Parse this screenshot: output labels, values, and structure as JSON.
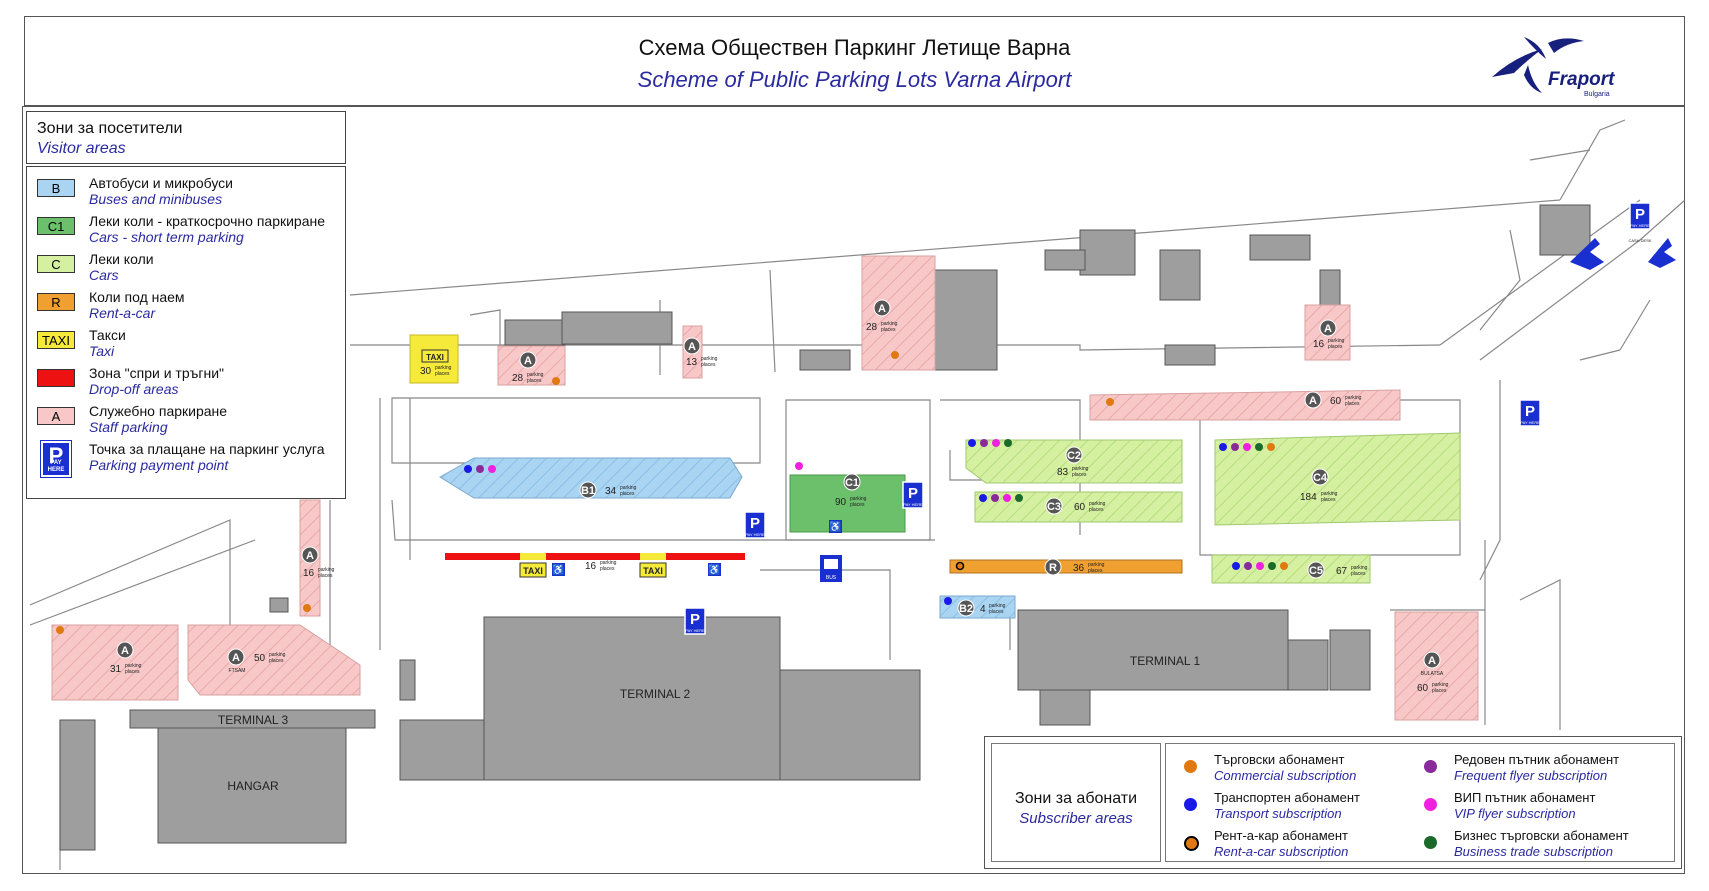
{
  "header": {
    "title_bg": "Схема Обществен Паркинг Летище Варна",
    "title_en": "Scheme of Public Parking Lots Varna Airport",
    "logo_name": "Fraport",
    "logo_sub": "Bulgaria"
  },
  "legend": {
    "title_bg": "Зони за посетители",
    "title_en": "Visitor areas",
    "items": [
      {
        "code": "B",
        "label_bg": "Автобуси и микробуси",
        "label_en": "Buses and minibuses",
        "color": "#a9d4f2"
      },
      {
        "code": "C1",
        "label_bg": "Леки коли - краткосрочно паркиране",
        "label_en": "Cars - short term parking",
        "color": "#6cc06c"
      },
      {
        "code": "C",
        "label_bg": "Леки коли",
        "label_en": "Cars",
        "color": "#d4f0a0"
      },
      {
        "code": "R",
        "label_bg": "Коли под наем",
        "label_en": "Rent-a-car",
        "color": "#f0a030"
      },
      {
        "code": "TAXI",
        "label_bg": "Такси",
        "label_en": "Taxi",
        "color": "#f5e93a"
      },
      {
        "code": "",
        "label_bg": "Зона \"спри и тръгни\"",
        "label_en": "Drop-off areas",
        "color": "#ee1111"
      },
      {
        "code": "A",
        "label_bg": "Служебно паркиране",
        "label_en": "Staff parking",
        "color": "#f8c8c8"
      },
      {
        "code": "P",
        "label_bg": "Точка за плащане на паркинг услуга",
        "label_en": "Parking payment point",
        "color": "#1a2fd0"
      }
    ]
  },
  "subscriber": {
    "title_bg": "Зони за абонати",
    "title_en": "Subscriber areas",
    "items": [
      {
        "label_bg": "Търговски абонамент",
        "label_en": "Commercial subscription",
        "color": "#e07a10"
      },
      {
        "label_bg": "Редовен пътник абонамент",
        "label_en": "Frequent flyer subscription",
        "color": "#8a2a9a"
      },
      {
        "label_bg": "Транспортен абонамент",
        "label_en": "Transport subscription",
        "color": "#1a1ae8"
      },
      {
        "label_bg": "ВИП пътник абонамент",
        "label_en": "VIP flyer subscription",
        "color": "#f020e0"
      },
      {
        "label_bg": "Рент-а-кар абонамент",
        "label_en": "Rent-a-car subscription",
        "color": "#e07a10"
      },
      {
        "label_bg": "Бизнес търговски абонамент",
        "label_en": "Business trade subscription",
        "color": "#1a6a2a"
      }
    ]
  },
  "map": {
    "buildings": {
      "terminal1": "TERMINAL 1",
      "terminal2": "TERMINAL 2",
      "terminal3": "TERMINAL 3",
      "hangar": "HANGAR"
    },
    "places_word": "parking",
    "places_word2": "places",
    "pay_here": "PAY HERE",
    "cash_desk": "CASH DESK",
    "taxi": "TAXI",
    "bus": "BUS",
    "ftsam": "FTSAM",
    "bulatsa": "BULATSA",
    "lots": {
      "b1": {
        "code": "B1",
        "count": "34"
      },
      "b2": {
        "code": "B2",
        "count": "4"
      },
      "c1": {
        "code": "C1",
        "count": "90"
      },
      "c2": {
        "code": "C2",
        "count": "83"
      },
      "c3": {
        "code": "C3",
        "count": "60"
      },
      "c4": {
        "code": "C4",
        "count": "184"
      },
      "c5": {
        "code": "C5",
        "count": "67"
      },
      "r": {
        "code": "R",
        "count": "36"
      },
      "dropoff": {
        "count": "16"
      },
      "taxi": {
        "count": "30"
      },
      "a1": {
        "code": "A",
        "count": "28"
      },
      "a2": {
        "code": "A",
        "count": "13"
      },
      "a3": {
        "code": "A",
        "count": "28"
      },
      "a4": {
        "code": "A",
        "count": "16"
      },
      "a5": {
        "code": "A",
        "count": "60"
      },
      "a6": {
        "code": "A",
        "count": "16"
      },
      "a7": {
        "code": "A",
        "count": "31"
      },
      "a8": {
        "code": "A",
        "count": "50"
      },
      "a9": {
        "code": "A",
        "count": "60"
      }
    }
  }
}
